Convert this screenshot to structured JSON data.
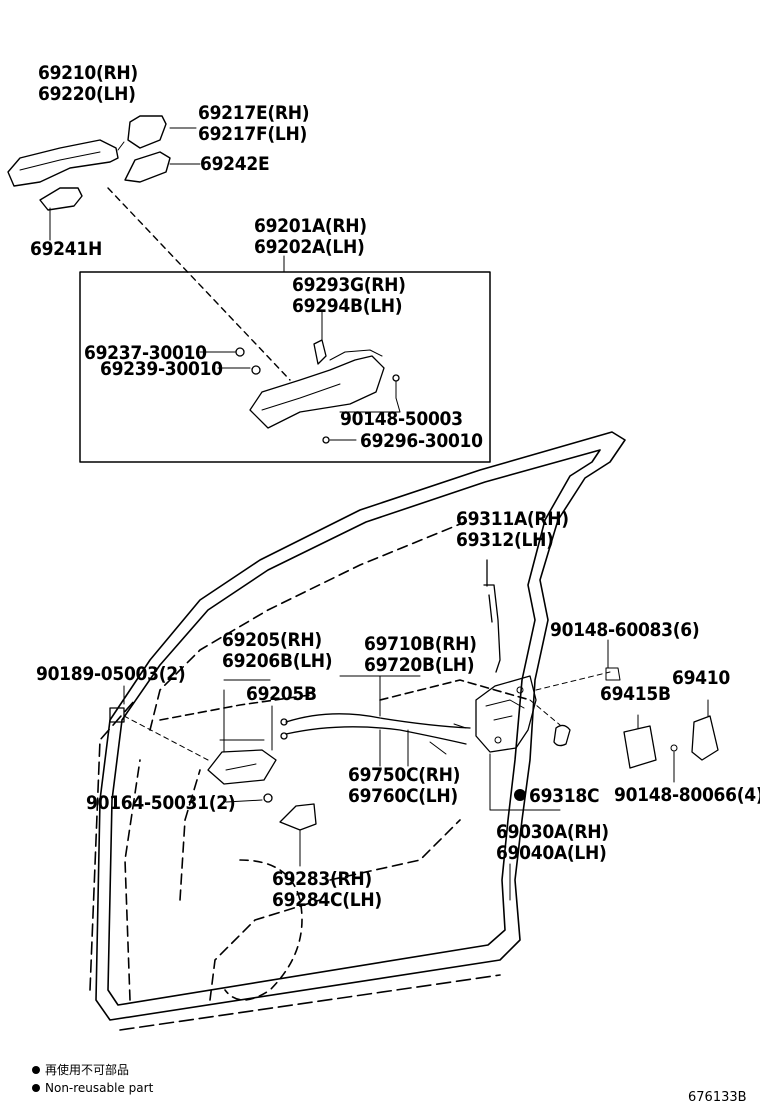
{
  "parts": {
    "p69210": [
      "69210(RH)",
      "69220(LH)"
    ],
    "p69217": [
      "69217E(RH)",
      "69217F(LH)"
    ],
    "p69242": "69242E",
    "p69241": "69241H",
    "p69201": [
      "69201A(RH)",
      "69202A(LH)"
    ],
    "p69293": [
      "69293G(RH)",
      "69294B(LH)"
    ],
    "p69237": "69237-30010",
    "p69239": "69239-30010",
    "p90148a": "90148-50003",
    "p69296": "69296-30010",
    "p69311": [
      "69311A(RH)",
      "69312(LH)"
    ],
    "p90148b": "90148-60083(6)",
    "p69205": [
      "69205(RH)",
      "69206B(LH)"
    ],
    "p69710": [
      "69710B(RH)",
      "69720B(LH)"
    ],
    "p90189": "90189-05003(2)",
    "p69205b": "69205B",
    "p69415": "69415B",
    "p69410": "69410",
    "p69750": [
      "69750C(RH)",
      "69760C(LH)"
    ],
    "p90164": "90164-50031(2)",
    "p69318": "69318C",
    "p90148c": "90148-80066(4)",
    "p69030": [
      "69030A(RH)",
      "69040A(LH)"
    ],
    "p69283": [
      "69283(RH)",
      "69284C(LH)"
    ]
  },
  "notes": {
    "zh": "再使用不可部品",
    "en": "Non-reusable part"
  },
  "figure_id": "676133B"
}
